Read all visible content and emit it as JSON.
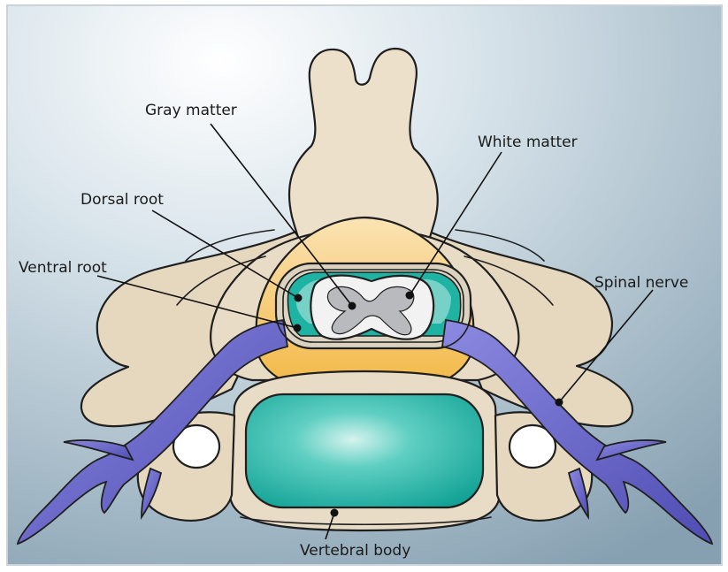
{
  "labels": {
    "gray_matter": "Gray matter",
    "white_matter": "White matter",
    "dorsal_root": "Dorsal root",
    "ventral_root": "Ventral root",
    "spinal_nerve": "Spinal nerve",
    "vertebral_body": "Vertebral body"
  },
  "colors": {
    "background_light": "#e9f0f4",
    "background_dark": "#8fa7b6",
    "bone": "#e9dcc6",
    "bone_shadow": "#cfbf9f",
    "fat": "#f4c052",
    "nerve": "#6a67c9",
    "disc": "#22b3a6",
    "cord": "#eeeeee"
  }
}
